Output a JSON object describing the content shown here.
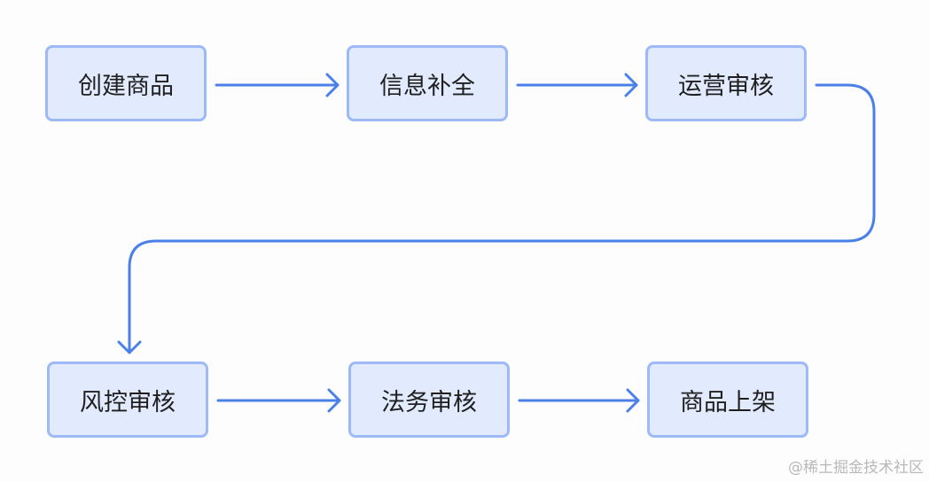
{
  "nodes": [
    {
      "id": "n1",
      "label": "创建商品"
    },
    {
      "id": "n2",
      "label": "信息补全"
    },
    {
      "id": "n3",
      "label": "运营审核"
    },
    {
      "id": "n4",
      "label": "风控审核"
    },
    {
      "id": "n5",
      "label": "法务审核"
    },
    {
      "id": "n6",
      "label": "商品上架"
    }
  ],
  "edges": [
    {
      "from": "n1",
      "to": "n2"
    },
    {
      "from": "n2",
      "to": "n3"
    },
    {
      "from": "n3",
      "to": "n4"
    },
    {
      "from": "n4",
      "to": "n5"
    },
    {
      "from": "n5",
      "to": "n6"
    }
  ],
  "colors": {
    "node_fill": "#e2eafd",
    "node_border": "#9db9f7",
    "arrow": "#4a80e8"
  },
  "watermark": "@稀土掘金技术社区"
}
